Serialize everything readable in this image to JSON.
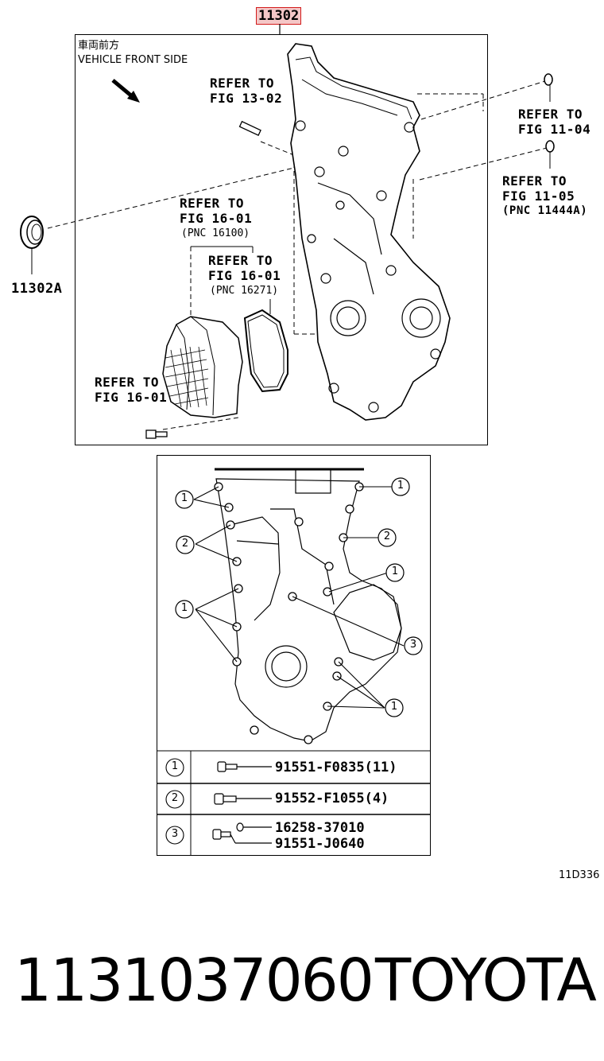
{
  "header": {
    "part_group": "11302"
  },
  "diagram": {
    "orientation_jp": "車両前方",
    "orientation_en": "VEHICLE FRONT SIDE",
    "ref_fig_13_02": {
      "line1": "REFER TO",
      "line2": "FIG 13-02"
    },
    "ref_fig_11_04": {
      "line1": "REFER TO",
      "line2": "FIG 11-04"
    },
    "ref_fig_11_05": {
      "line1": "REFER TO",
      "line2": "FIG 11-05",
      "line3": "(PNC 11444A)"
    },
    "ref_fig_16_01_a": {
      "line1": "REFER TO",
      "line2": "FIG 16-01",
      "line3": "(PNC 16100)"
    },
    "ref_fig_16_01_b": {
      "line1": "REFER TO",
      "line2": "FIG 16-01",
      "line3": "(PNC 16271)"
    },
    "ref_fig_16_01_c": {
      "line1": "REFER TO",
      "line2": "FIG 16-01"
    },
    "seal_label": "11302A"
  },
  "bolt_map": {
    "callouts": [
      "1",
      "2",
      "1",
      "1",
      "2",
      "1",
      "3",
      "1"
    ]
  },
  "bolt_table": {
    "rows": [
      {
        "key": "1",
        "parts": [
          "91551-F0835(11)"
        ]
      },
      {
        "key": "2",
        "parts": [
          "91552-F1055(4)"
        ]
      },
      {
        "key": "3",
        "parts": [
          "16258-37010",
          "91551-J0640"
        ]
      }
    ]
  },
  "figure_code": "11D336",
  "footer": {
    "part_number": "1131037060",
    "brand": "TOYOTA"
  }
}
